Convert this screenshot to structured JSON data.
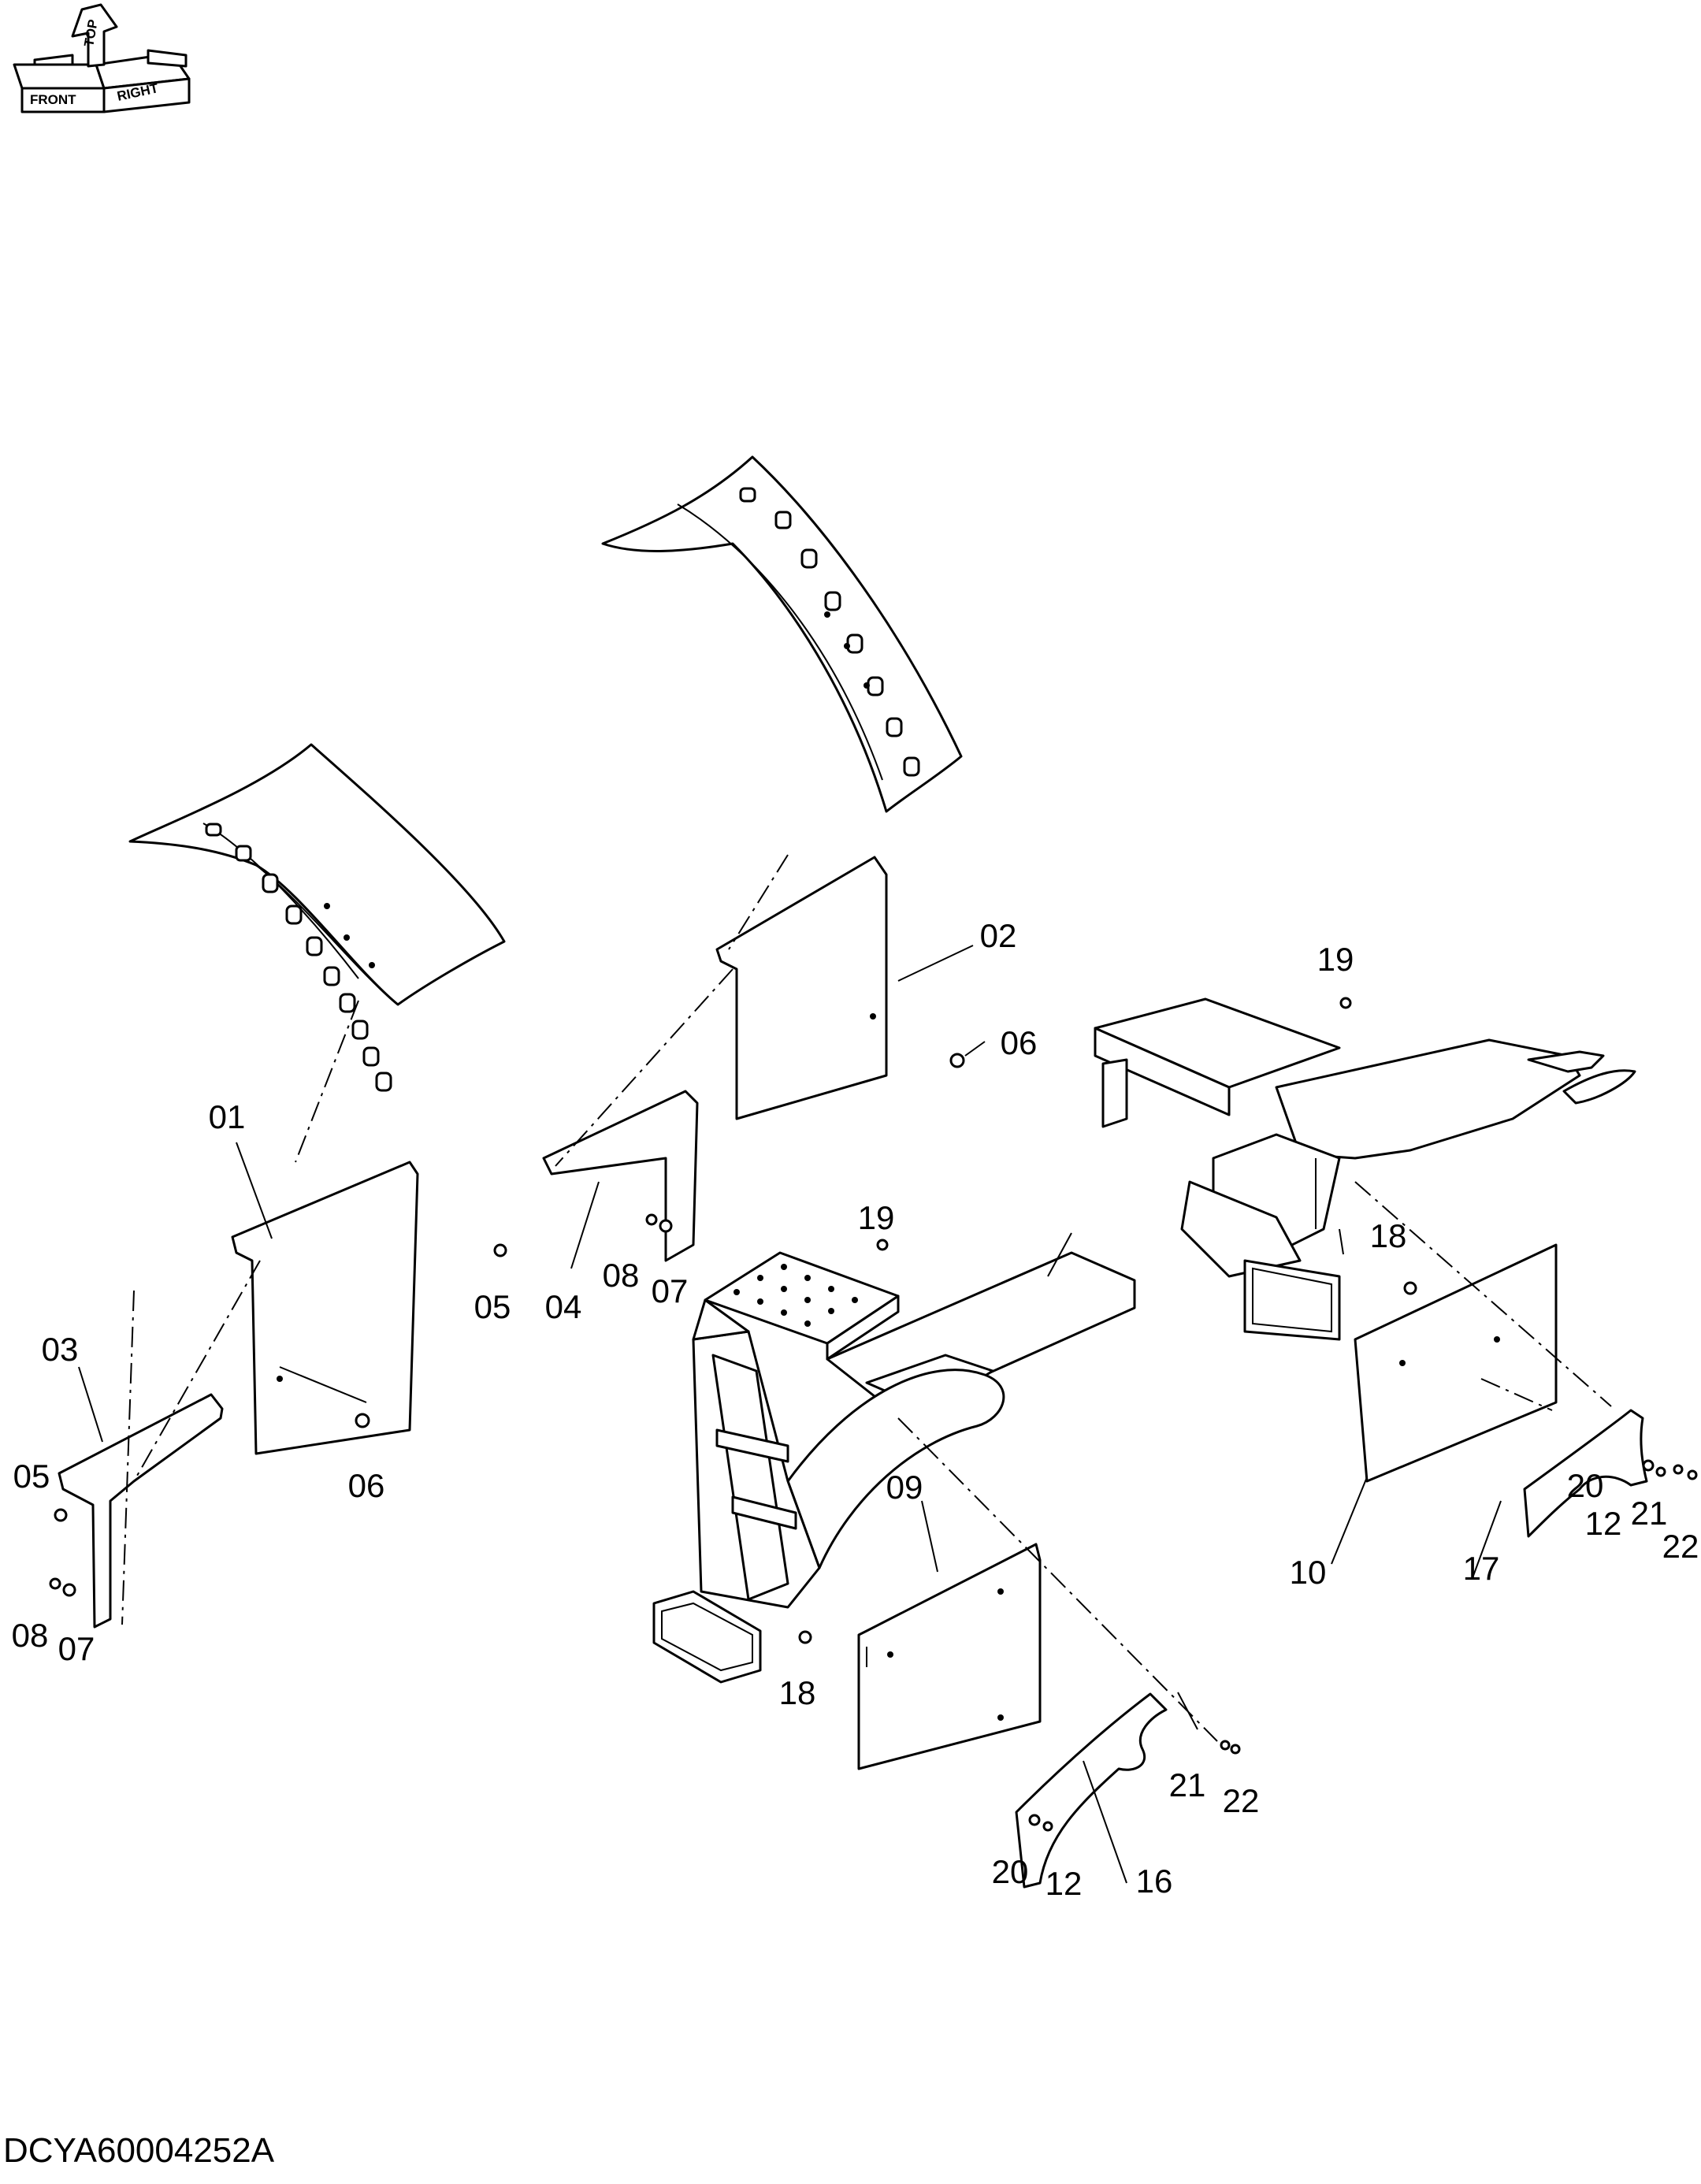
{
  "orientation": {
    "top": "TOP",
    "front": "FRONT",
    "right": "RIGHT"
  },
  "drawing_number": "DCYA60004252A",
  "callouts": [
    {
      "id": "c01",
      "label": "01"
    },
    {
      "id": "c02",
      "label": "02"
    },
    {
      "id": "c03",
      "label": "03"
    },
    {
      "id": "c04",
      "label": "04"
    },
    {
      "id": "c05a",
      "label": "05"
    },
    {
      "id": "c05b",
      "label": "05"
    },
    {
      "id": "c06a",
      "label": "06"
    },
    {
      "id": "c06b",
      "label": "06"
    },
    {
      "id": "c07a",
      "label": "07"
    },
    {
      "id": "c07b",
      "label": "07"
    },
    {
      "id": "c08a",
      "label": "08"
    },
    {
      "id": "c08b",
      "label": "08"
    },
    {
      "id": "c09",
      "label": "09"
    },
    {
      "id": "c10",
      "label": "10"
    },
    {
      "id": "c12a",
      "label": "12"
    },
    {
      "id": "c12b",
      "label": "12"
    },
    {
      "id": "c16",
      "label": "16"
    },
    {
      "id": "c17",
      "label": "17"
    },
    {
      "id": "c18a",
      "label": "18"
    },
    {
      "id": "c18b",
      "label": "18"
    },
    {
      "id": "c19a",
      "label": "19"
    },
    {
      "id": "c19b",
      "label": "19"
    },
    {
      "id": "c20a",
      "label": "20"
    },
    {
      "id": "c20b",
      "label": "20"
    },
    {
      "id": "c21a",
      "label": "21"
    },
    {
      "id": "c21b",
      "label": "21"
    },
    {
      "id": "c22a",
      "label": "22"
    },
    {
      "id": "c22b",
      "label": "22"
    }
  ]
}
